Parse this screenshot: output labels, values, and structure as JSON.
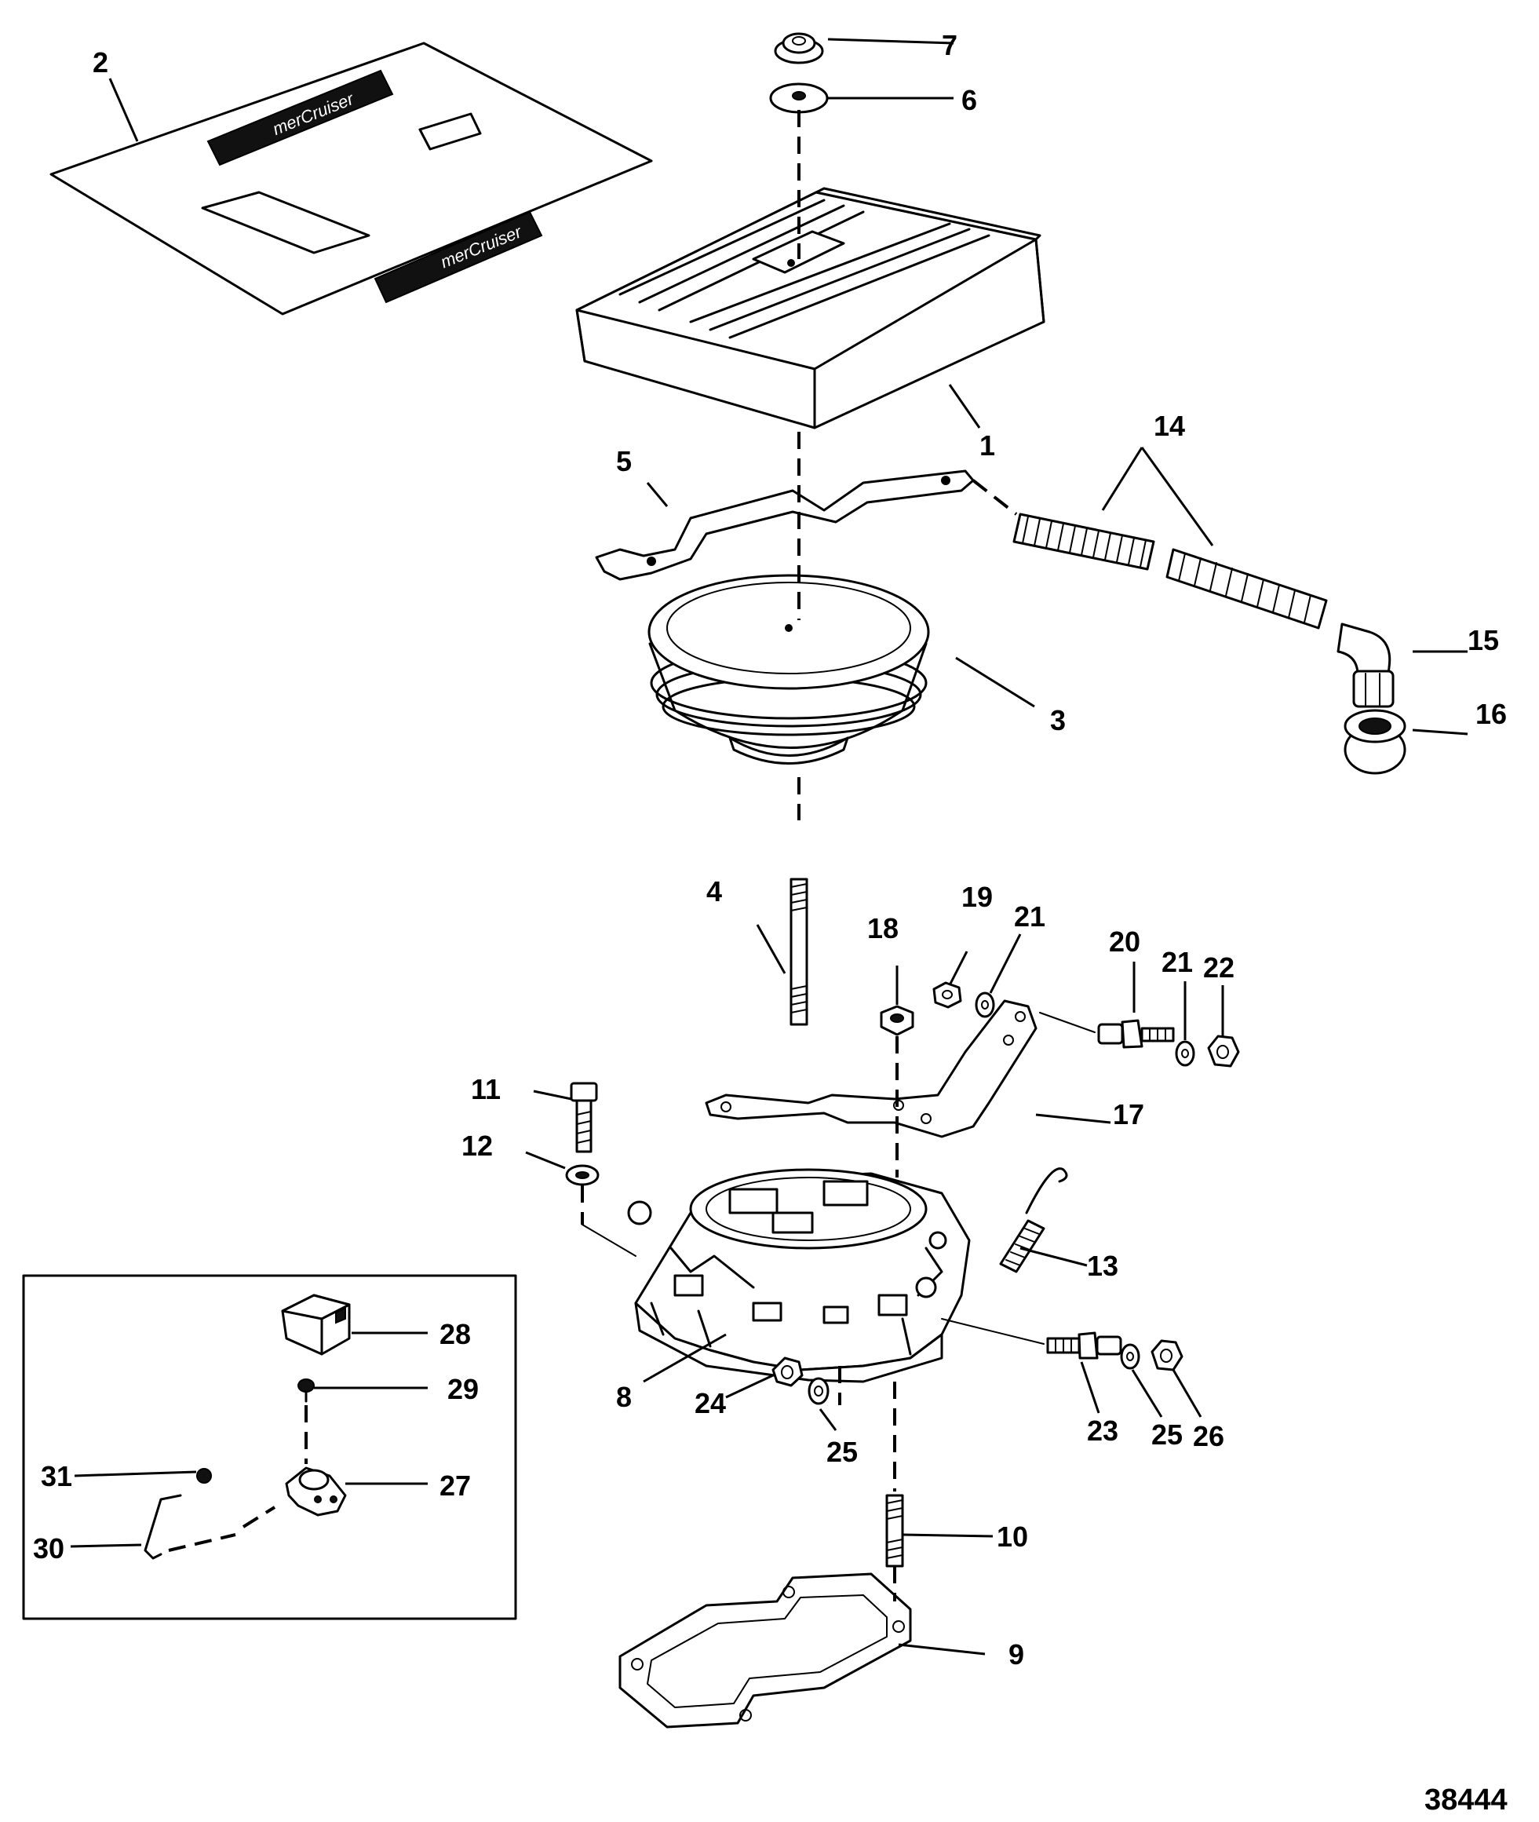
{
  "figure_number": "38444",
  "decal_logo_text": "merCruiser",
  "callouts": [
    {
      "id": "1",
      "label": "1"
    },
    {
      "id": "2",
      "label": "2"
    },
    {
      "id": "3",
      "label": "3"
    },
    {
      "id": "4",
      "label": "4"
    },
    {
      "id": "5",
      "label": "5"
    },
    {
      "id": "6",
      "label": "6"
    },
    {
      "id": "7",
      "label": "7"
    },
    {
      "id": "8",
      "label": "8"
    },
    {
      "id": "9",
      "label": "9"
    },
    {
      "id": "10",
      "label": "10"
    },
    {
      "id": "11",
      "label": "11"
    },
    {
      "id": "12",
      "label": "12"
    },
    {
      "id": "13",
      "label": "13"
    },
    {
      "id": "14",
      "label": "14"
    },
    {
      "id": "15",
      "label": "15"
    },
    {
      "id": "16",
      "label": "16"
    },
    {
      "id": "17",
      "label": "17"
    },
    {
      "id": "18",
      "label": "18"
    },
    {
      "id": "19",
      "label": "19"
    },
    {
      "id": "20",
      "label": "20"
    },
    {
      "id": "21a",
      "label": "21"
    },
    {
      "id": "21b",
      "label": "21"
    },
    {
      "id": "22",
      "label": "22"
    },
    {
      "id": "23",
      "label": "23"
    },
    {
      "id": "24",
      "label": "24"
    },
    {
      "id": "25a",
      "label": "25"
    },
    {
      "id": "25b",
      "label": "25"
    },
    {
      "id": "26",
      "label": "26"
    },
    {
      "id": "27",
      "label": "27"
    },
    {
      "id": "28",
      "label": "28"
    },
    {
      "id": "29",
      "label": "29"
    },
    {
      "id": "30",
      "label": "30"
    },
    {
      "id": "31",
      "label": "31"
    }
  ]
}
